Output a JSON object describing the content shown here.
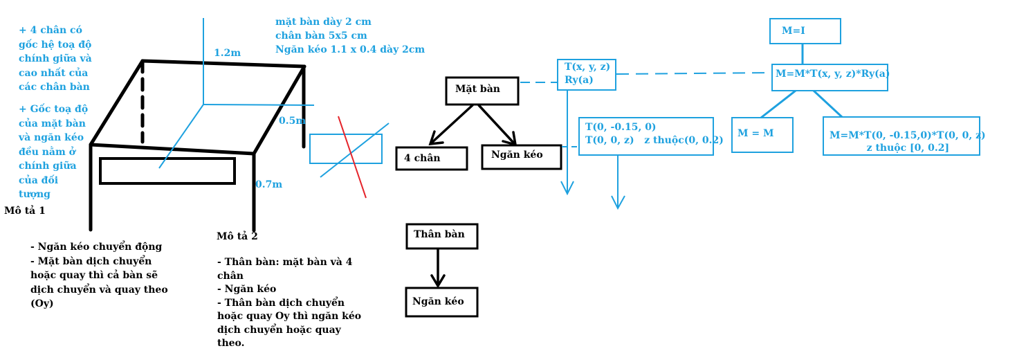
{
  "colors": {
    "blue": "#1ea1df",
    "black": "#000000",
    "red": "#e5242b",
    "background": "#ffffff"
  },
  "notes": {
    "origin_note_1": "+ 4 chân có\ngốc hệ toạ độ\nchính giữa và\ncao nhất của\ncác chân bàn",
    "origin_note_2": "+ Gốc toạ độ\ncủa mặt bàn\nvà ngăn kéo\nđều nằm ở\nchính giữa\ncủa đối\ntượng",
    "dimensions": "mặt bàn dày 2 cm\nchân bàn 5x5 cm\nNgăn kéo 1.1 x 0.4 dày 2cm"
  },
  "table_sketch": {
    "label_width": "1.2m",
    "label_depth": "0.5m",
    "label_height": "0.7m"
  },
  "description_1": {
    "title": "Mô tả 1",
    "body": "- Ngăn kéo chuyển động\n- Mặt bàn dịch chuyển\nhoặc quay thì cả bàn sẽ\ndịch chuyển và quay theo\n(Oy)"
  },
  "description_2": {
    "title": "Mô tả 2",
    "body": "- Thân bàn: mặt bàn và 4\nchân\n- Ngăn kéo\n- Thân bàn dịch chuyển\nhoặc quay Oy thì ngăn kéo\ndịch chuyển hoặc quay\ntheo."
  },
  "tree_1": {
    "root": "Mặt bàn",
    "child_left": "4 chân",
    "child_right": "Ngăn kéo",
    "root_transform": "T(x, y, z)\nRy(a)",
    "drawer_transform": "T(0, -0.15, 0)\nT(0, 0, z)   z thuộc(0, 0.2)"
  },
  "tree_2": {
    "root": "Thân bàn",
    "child": "Ngăn kéo"
  },
  "matrix_tree": {
    "init": "M=I",
    "root": "M=M*T(x, y, z)*Ry(a)",
    "left": "M = M",
    "right": "M=M*T(0, -0.15,0)*T(0, 0, z)\n           z thuộc [0, 0.2]"
  }
}
